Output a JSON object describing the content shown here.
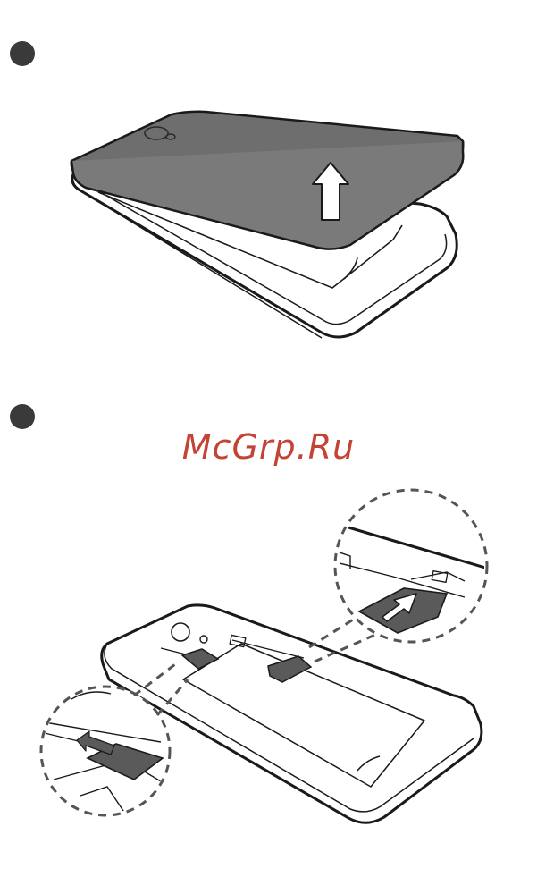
{
  "watermark": {
    "text": "McGrp.Ru"
  },
  "colors": {
    "ink": "#1a1a1a",
    "cover": "#6e6e6e",
    "cover_edge": "#8a8a8a",
    "card": "#5a5a5a",
    "watermark": "#c0392b",
    "paper": "#ffffff"
  },
  "steps": [
    {
      "marker": "step-bullet-1",
      "action": "remove-back-cover"
    },
    {
      "marker": "step-bullet-2",
      "action": "insert-sim-and-memory-cards"
    }
  ],
  "icons": [
    "step-bullet",
    "up-arrow-icon",
    "left-arrow-icon",
    "insert-arrow-icon"
  ]
}
